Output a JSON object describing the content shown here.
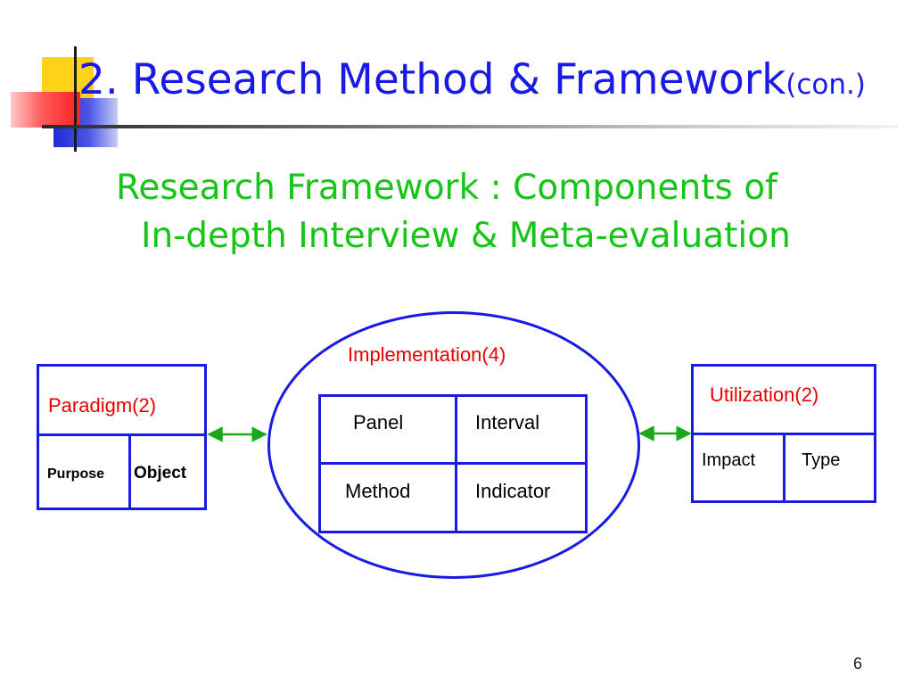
{
  "slide": {
    "title_main": "2. Research Method & Framework",
    "title_suffix": "(con.)",
    "subtitle_line1": "Research Framework : Components of",
    "subtitle_line2": "In-depth Interview & Meta-evaluation",
    "page_number": "6"
  },
  "diagram": {
    "paradigm": {
      "label": "Paradigm(2)",
      "cells": [
        "Purpose",
        "Object"
      ]
    },
    "implementation": {
      "label": "Implementation(4)",
      "cells": [
        "Panel",
        "Interval",
        "Method",
        "Indicator"
      ]
    },
    "utilization": {
      "label": "Utilization(2)",
      "cells": [
        "Impact",
        "Type"
      ]
    },
    "colors": {
      "title": "#1a1ae6",
      "subtitle": "#16c516",
      "labels": "#e60000",
      "box_border": "#1a1ae6",
      "arrow": "#1aa81a"
    }
  }
}
